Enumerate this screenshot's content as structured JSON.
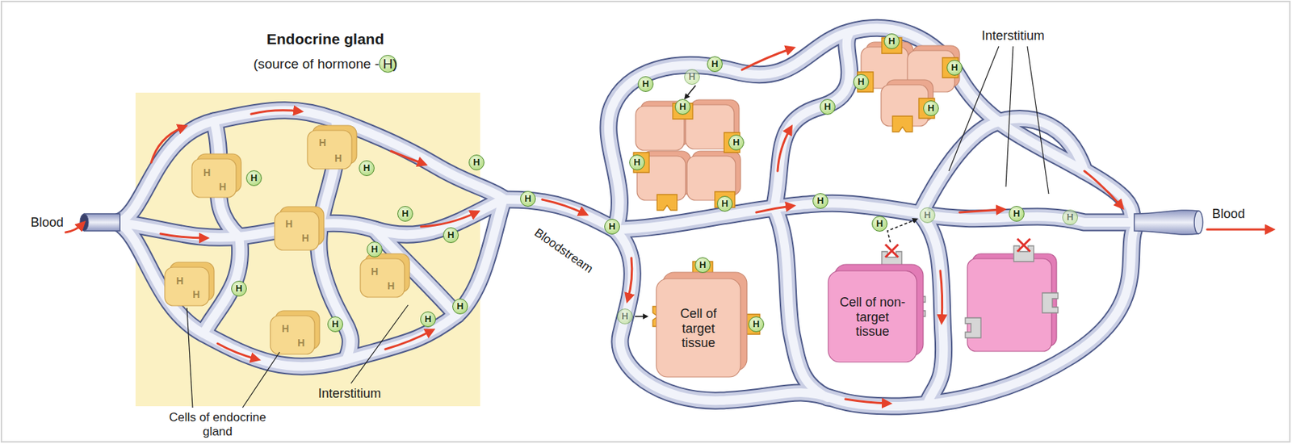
{
  "diagram": {
    "nodes": [
      {
        "text": [
          "Endocrine gland",
          "(source of hormone - H)"
        ]
      },
      {
        "text": [
          "Cell of target tissue"
        ]
      },
      {
        "text": [
          "Cell of non-target tissue"
        ]
      }
    ],
    "labels": [
      "Blood",
      "Cells of endocrine gland",
      "Interstitium",
      "Bloodstream",
      "Interstitium",
      "Blood",
      "H",
      "H",
      "H",
      "H",
      "H",
      "H",
      "H",
      "H",
      "H",
      "H",
      "H",
      "H",
      "H",
      "H",
      "H",
      "H",
      "H",
      "H",
      "H",
      "H",
      "H",
      "H",
      "H",
      "H",
      "H",
      "H",
      "H",
      "H",
      "H",
      "H",
      "H",
      "H",
      "H",
      "H",
      "H",
      "H",
      "H",
      "H",
      "H",
      "H",
      "H",
      "H",
      "H",
      "H"
    ]
  }
}
